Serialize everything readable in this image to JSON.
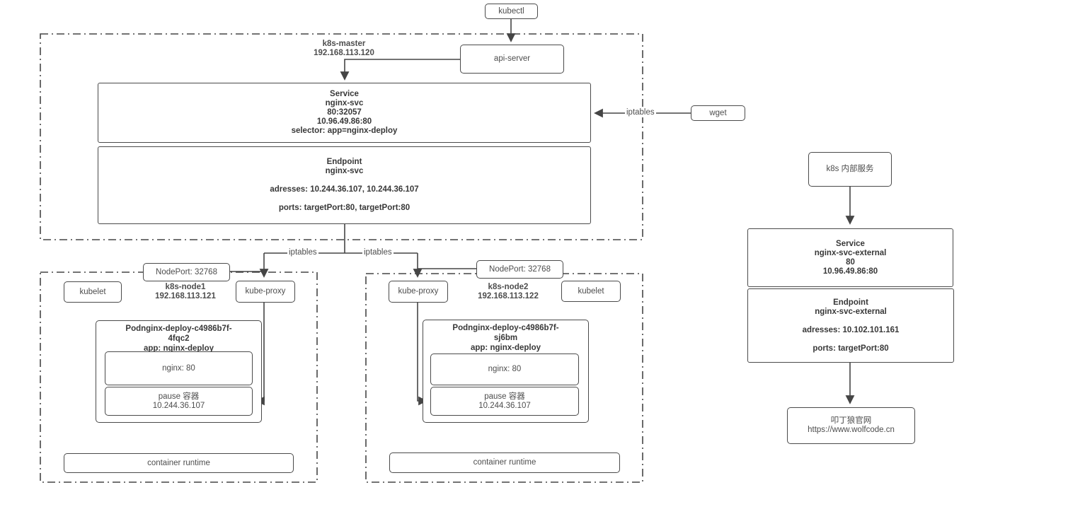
{
  "colors": {
    "line": "#454545",
    "border": "#4a4a4a",
    "text": "#4d4d4d",
    "background": "#ffffff"
  },
  "kubectl": {
    "label": "kubectl"
  },
  "wget": {
    "label": "wget"
  },
  "iptables": {
    "wget_link": "iptables",
    "node1_link": "iptables",
    "node2_link": "iptables"
  },
  "master": {
    "title": "k8s-master",
    "ip": "192.168.113.120",
    "api_server": "api-server",
    "service": {
      "title": "Service",
      "name": "nginx-svc",
      "ports": "80:32057",
      "cluster_ip": "10.96.49.86:80",
      "selector": "selector: app=nginx-deploy"
    },
    "endpoint": {
      "title": "Endpoint",
      "name": "nginx-svc",
      "addresses": "adresses: 10.244.36.107, 10.244.36.107",
      "ports": "ports: targetPort:80, targetPort:80"
    }
  },
  "node1": {
    "nodeport": "NodePort: 32768",
    "kubelet": "kubelet",
    "kube_proxy": "kube-proxy",
    "title": "k8s-node1",
    "ip": "192.168.113.121",
    "pod": {
      "title_line1": "Podnginx-deploy-c4986b7f-",
      "title_line2": "4fqc2",
      "app": "app: nginx-deploy",
      "nginx": "nginx: 80",
      "pause_name": "pause 容器",
      "pause_ip": "10.244.36.107"
    },
    "container_runtime": "container runtime"
  },
  "node2": {
    "nodeport": "NodePort: 32768",
    "kubelet": "kubelet",
    "kube_proxy": "kube-proxy",
    "title": "k8s-node2",
    "ip": "192.168.113.122",
    "pod": {
      "title_line1": "Podnginx-deploy-c4986b7f-",
      "title_line2": "sj6bm",
      "app": "app: nginx-deploy",
      "nginx": "nginx: 80",
      "pause_name": "pause 容器",
      "pause_ip": "10.244.36.107"
    },
    "container_runtime": "container runtime"
  },
  "external": {
    "internal_service": "k8s 内部服务",
    "service": {
      "title": "Service",
      "name": "nginx-svc-external",
      "ports": "80",
      "cluster_ip": "10.96.49.86:80"
    },
    "endpoint": {
      "title": "Endpoint",
      "name": "nginx-svc-external",
      "addresses": "adresses: 10.102.101.161",
      "ports": "ports: targetPort:80"
    },
    "website": {
      "name": "叩丁狼官网",
      "url": "https://www.wolfcode.cn"
    }
  }
}
